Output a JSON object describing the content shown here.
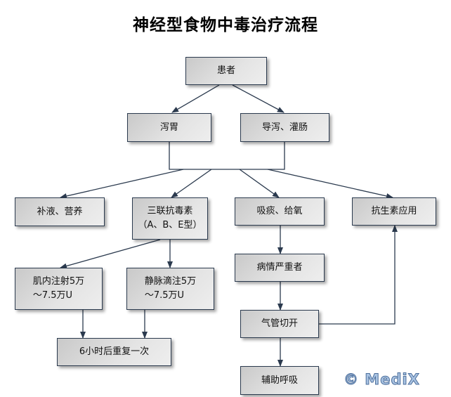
{
  "title": "神经型食物中毒治疗流程",
  "colors": {
    "line": "#2b3a4e",
    "box_border": "#2b3a4e",
    "watermark": "#a9c3e2"
  },
  "nodes": {
    "patient": "患者",
    "gastric_lavage": "泻胃",
    "catharsis_enema": "导泻、灌肠",
    "fluid_nutrition": "补液、营养",
    "antitoxin": "三联抗毒素\n（A、B、E型）",
    "suction_oxygen": "吸痰、给氧",
    "antibiotics": "抗生素应用",
    "intramuscular": "肌内注射5万\n～7.5万U",
    "intravenous": "静脉滴注5万\n～7.5万U",
    "severe": "病情严重者",
    "repeat": "6小时后重复一次",
    "tracheotomy": "气管切开",
    "assisted_breathing": "辅助呼吸"
  },
  "watermark": "© MediX"
}
